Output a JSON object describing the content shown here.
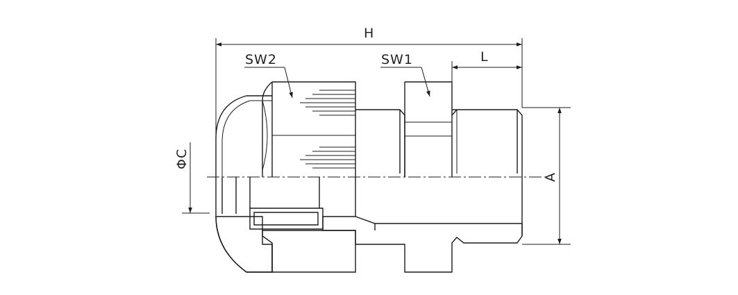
{
  "drawing": {
    "labels": {
      "h": "H",
      "sw2": "SW2",
      "sw1": "SW1",
      "l": "L",
      "phi_c": "ΦC",
      "a": "A"
    }
  }
}
